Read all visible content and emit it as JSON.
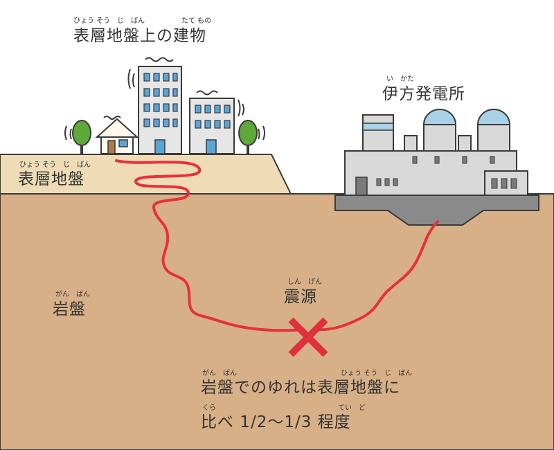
{
  "labels": {
    "top_title": "表層地盤上の建物",
    "top_title_ruby_1": "ひょう そう　じ　ばん",
    "top_title_ruby_2": "たて もの",
    "plant": "伊方発電所",
    "plant_ruby": "い　かた",
    "surface_ground": "表層地盤",
    "surface_ground_ruby": "ひょう そう　じ　ばん",
    "bedrock": "岩盤",
    "bedrock_ruby": "がん　ばん",
    "epicenter": "震源",
    "epicenter_ruby": "しん　げん",
    "note_line1": "岩盤でのゆれは表層地盤に",
    "note_line1_ruby_1": "がん　ばん",
    "note_line1_ruby_2": "ひょう そう　じ　ばん",
    "note_line2": "比べ 1/2～1/3 程度",
    "note_line2_ruby_1": "くら",
    "note_line2_ruby_2": "てい　ど"
  },
  "colors": {
    "bedrock": "#d7b087",
    "surface": "#efdcb7",
    "outline": "#3a3a3a",
    "wave": "#e8303c",
    "epicenter_mark": "#e0303c",
    "building": "#e6e6e6",
    "window": "#5aa5d8",
    "plant_body": "#d9d9d9",
    "dome": "#a9d2e6",
    "tree": "#5fa83a"
  },
  "icons": [
    "house-icon",
    "building-icon",
    "tree-icon",
    "power-plant-icon",
    "epicenter-x-icon",
    "shake-lines-icon"
  ]
}
